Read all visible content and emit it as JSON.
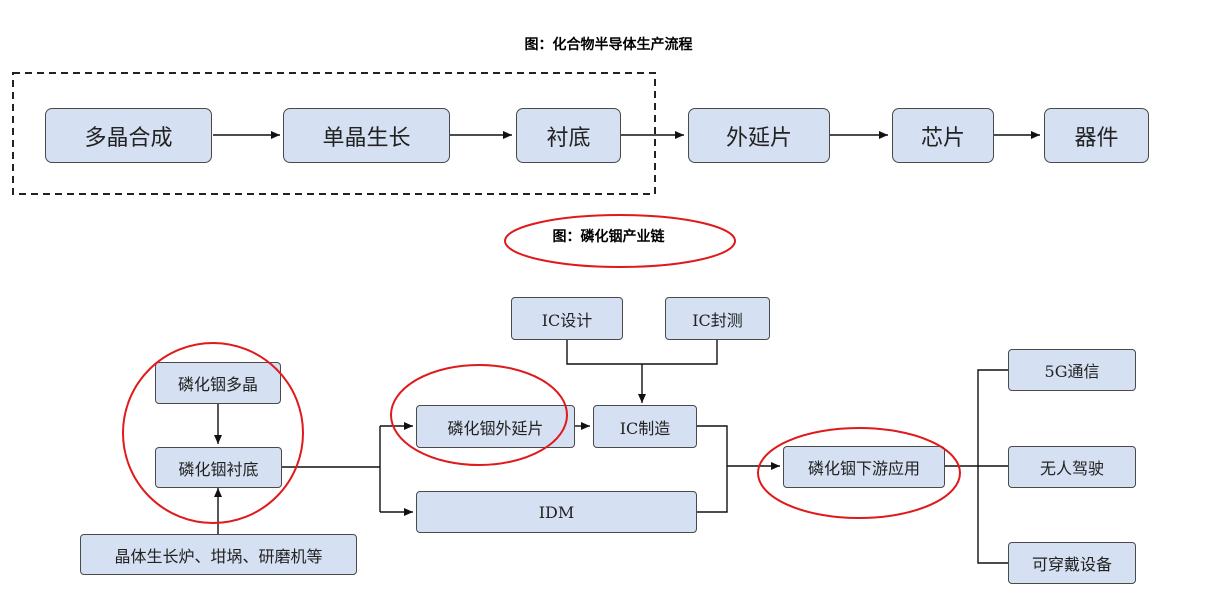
{
  "figure1": {
    "title": "图：化合物半导体生产流程",
    "steps": [
      "多晶合成",
      "单晶生长",
      "衬底",
      "外延片",
      "芯片",
      "器件"
    ]
  },
  "figure2": {
    "title": "图：磷化铟产业链",
    "nodes": {
      "polycrystal": "磷化铟多晶",
      "substrate": "磷化铟衬底",
      "equipment": "晶体生长炉、坩埚、研磨机等",
      "epitaxy": "磷化铟外延片",
      "ic_design": "IC设计",
      "ic_packaging": "IC封测",
      "ic_manufacturing": "IC制造",
      "idm": "IDM",
      "downstream": "磷化铟下游应用",
      "app_5g": "5G通信",
      "app_autonomous": "无人驾驶",
      "app_wearable": "可穿戴设备"
    }
  },
  "colors": {
    "box_fill": "#d5e0f2",
    "box_border": "#4a4a4a",
    "highlight_circle": "#e0191b"
  }
}
